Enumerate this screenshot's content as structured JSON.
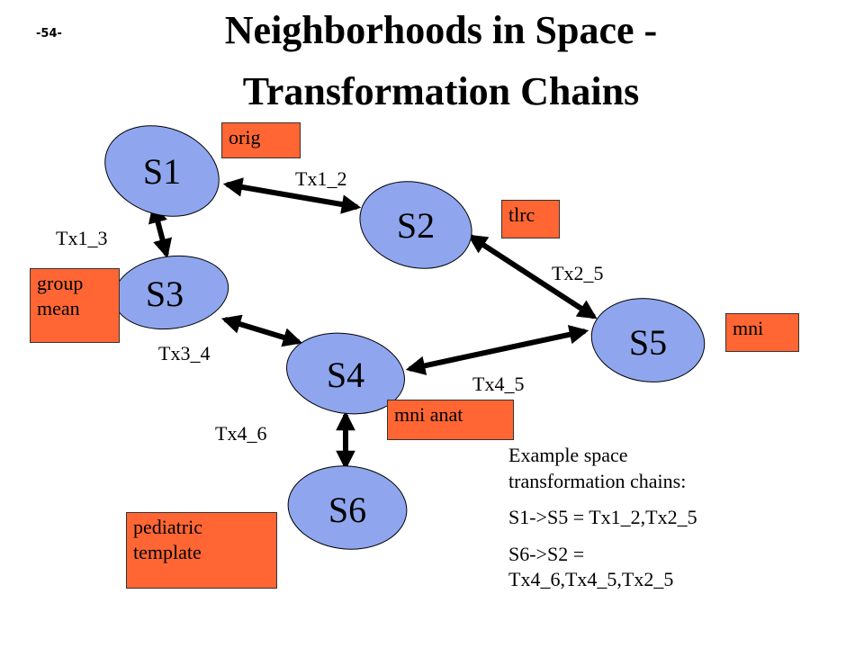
{
  "slide": {
    "page_number": "-54-",
    "title_line1": "Neighborhoods in Space -",
    "title_line2": "Transformation Chains"
  },
  "colors": {
    "node_fill": "#8fa6ee",
    "node_stroke": "#000000",
    "tag_fill": "#ff6633",
    "arrow": "#000000"
  },
  "nodes": [
    {
      "id": "S1",
      "label": "S1"
    },
    {
      "id": "S2",
      "label": "S2"
    },
    {
      "id": "S3",
      "label": "S3"
    },
    {
      "id": "S4",
      "label": "S4"
    },
    {
      "id": "S5",
      "label": "S5"
    },
    {
      "id": "S6",
      "label": "S6"
    }
  ],
  "tags": {
    "orig": "orig",
    "tlrc": "tlrc",
    "group_mean_1": "group",
    "group_mean_2": "mean",
    "mni": "mni",
    "mni_anat": "mni anat",
    "pediatric_1": "pediatric",
    "pediatric_2": "template"
  },
  "edges": [
    {
      "from": "S1",
      "to": "S2",
      "label": "Tx1_2"
    },
    {
      "from": "S1",
      "to": "S3",
      "label": "Tx1_3"
    },
    {
      "from": "S2",
      "to": "S5",
      "label": "Tx2_5"
    },
    {
      "from": "S3",
      "to": "S4",
      "label": "Tx3_4"
    },
    {
      "from": "S4",
      "to": "S5",
      "label": "Tx4_5"
    },
    {
      "from": "S4",
      "to": "S6",
      "label": "Tx4_6"
    }
  ],
  "example": {
    "heading_line1": "Example space",
    "heading_line2": "transformation chains:",
    "chain1": "S1->S5 = Tx1_2,Tx2_5",
    "chain2_line1": "S6->S2 =",
    "chain2_line2": "Tx4_6,Tx4_5,Tx2_5"
  }
}
